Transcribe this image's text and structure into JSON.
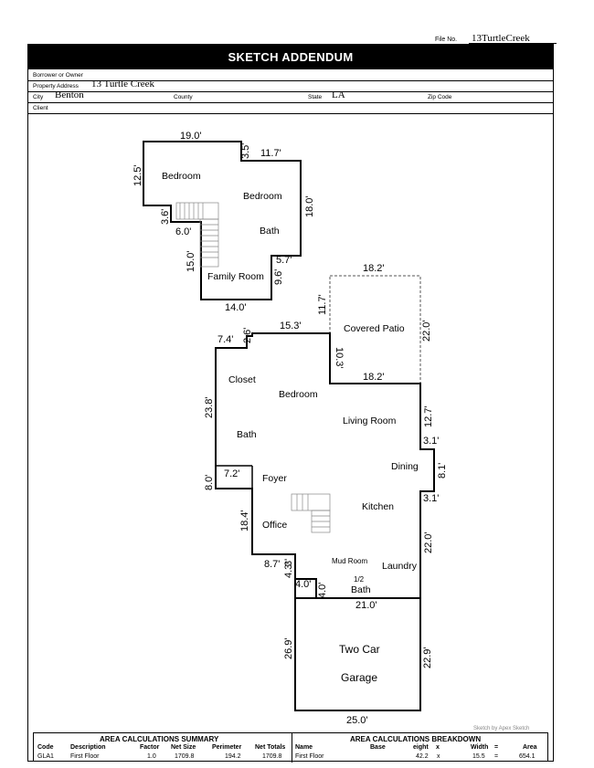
{
  "header": {
    "file_no_label": "File No.",
    "file_no_value": "13TurtleCreek",
    "title": "SKETCH ADDENDUM",
    "borrower_label": "Borrower or Owner",
    "property_label": "Property Address",
    "property_value": "13 Turtle Creek",
    "city_label": "City",
    "city_value": "Benton",
    "county_label": "County",
    "state_label": "State",
    "state_value": "LA",
    "zip_label": "Zip Code",
    "client_label": "Client"
  },
  "upper_floor": {
    "dimensions": [
      "19.0'",
      "3.5'",
      "11.7'",
      "12.5'",
      "18.0'",
      "3.6'",
      "6.0'",
      "15.0'",
      "5.7'",
      "9.6'",
      "14.0'"
    ],
    "rooms": [
      "Bedroom",
      "Bedroom",
      "Bath",
      "Family Room"
    ]
  },
  "main_floor": {
    "dimensions": [
      "15.3'",
      "7.4'",
      "2.6'",
      "11.7'",
      "18.2'",
      "10.3'",
      "18.2'",
      "22.0'",
      "23.8'",
      "12.7'",
      "3.1'",
      "8.1'",
      "3.1'",
      "7.2'",
      "8.0'",
      "18.4'",
      "22.0'",
      "8.7'",
      "3'",
      "4.3'",
      "4.0'",
      "4.0'",
      "21.0'",
      "26.9'",
      "22.9'",
      "25.0'"
    ],
    "rooms": [
      "Covered Patio",
      "Closet",
      "Bedroom",
      "Living Room",
      "Bath",
      "Dining",
      "Foyer",
      "Kitchen",
      "Office",
      "Mud Room",
      "Laundry",
      "1/2",
      "Bath",
      "Two Car",
      "Garage"
    ]
  },
  "watermark": "Sketch by Apex Sketch",
  "footer": {
    "left_title": "AREA CALCULATIONS SUMMARY",
    "left_headers": [
      "Code",
      "Description",
      "Factor",
      "Net Size",
      "Perimeter",
      "Net Totals"
    ],
    "left_row": [
      "GLA1",
      "First Floor",
      "1.0",
      "1709.8",
      "194.2",
      "1709.8"
    ],
    "right_title": "AREA CALCULATIONS BREAKDOWN",
    "right_headers": [
      "Name",
      "Base",
      "eight",
      "x",
      "Width",
      "=",
      "Area"
    ],
    "right_row": [
      "First Floor",
      "42.2",
      "x",
      "15.5",
      "=",
      "654.1"
    ]
  }
}
